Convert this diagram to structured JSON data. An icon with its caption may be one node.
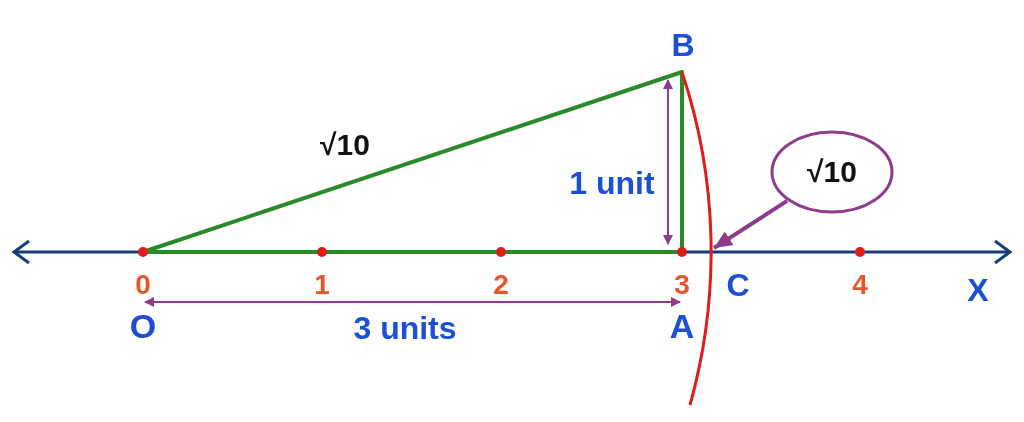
{
  "diagram": {
    "nodes": [
      {
        "text": [
          "√10"
        ]
      },
      {
        "text": [],
        "shape": "arc"
      }
    ],
    "edges": [
      {
        "from": 0,
        "to": 1,
        "arrow": "to"
      }
    ],
    "labels": [
      "B",
      "√10",
      "1 unit",
      "0",
      "1",
      "2",
      "3",
      "C",
      "4",
      "X",
      "O",
      "3 units",
      "A"
    ]
  }
}
